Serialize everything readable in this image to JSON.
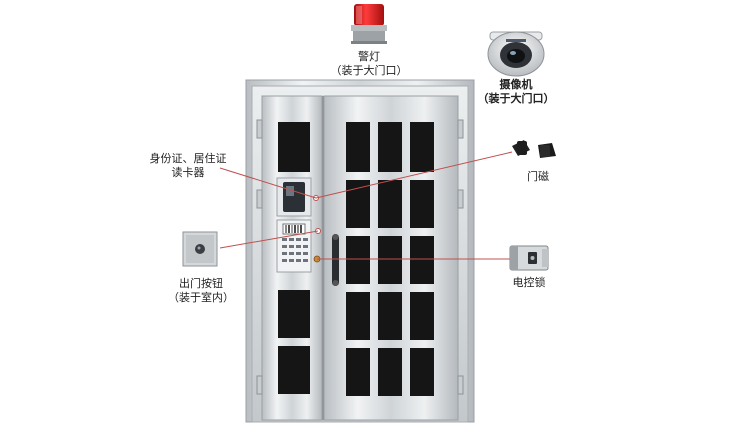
{
  "labels": {
    "alarm_light": {
      "line1": "警灯",
      "line2": "（装于大门口）"
    },
    "camera": {
      "line1": "摄像机",
      "line2": "（装于大门口）"
    },
    "card_reader": {
      "line1": "身份证、居住证",
      "line2": "读卡器"
    },
    "door_magnet": {
      "line1": "门磁"
    },
    "exit_button": {
      "line1": "出门按钮",
      "line2": "（装于室内）"
    },
    "electric_lock": {
      "line1": "电控锁"
    }
  },
  "colors": {
    "leader_line": "#c0504d",
    "door_steel": "#d9dde0",
    "glass": "#1a1a1a",
    "alarm_red": "#e01b1b"
  }
}
